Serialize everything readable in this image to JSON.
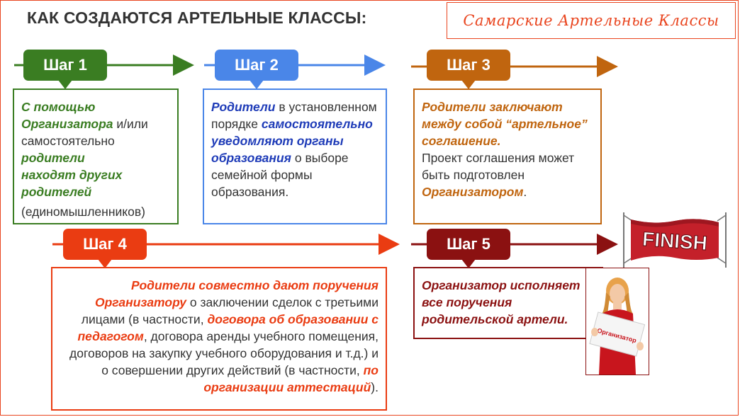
{
  "title": "КАК СОЗДАЮТСЯ АРТЕЛЬНЫЕ КЛАССЫ:",
  "brand": "Самарские Артельные Классы",
  "colors": {
    "step1": "#3a7d22",
    "step2": "#4a86e8",
    "step3": "#c0650f",
    "step4": "#ea3c12",
    "step5": "#8b1111",
    "frame": "#e9451f"
  },
  "steps": [
    {
      "label": "Шаг 1",
      "text": {
        "p1": "С помощью",
        "p2": "Организатора",
        "p3": " и/или самостоятельно",
        "p4": "родители",
        "p5": "находят других",
        "p6": "родителей",
        "p7": "(единомышленников)"
      }
    },
    {
      "label": "Шаг 2",
      "text": {
        "p1": "Родители",
        "p2": " в установленном порядке ",
        "p3": "самостоятельно уведомляют органы образования",
        "p4": " о выборе семейной формы образования."
      }
    },
    {
      "label": "Шаг 3",
      "text": {
        "p1": "Родители заключают между собой “артельное” соглашение.",
        "p2": "Проект соглашения может быть подготовлен ",
        "p3": "Организатором",
        "p4": "."
      }
    },
    {
      "label": "Шаг 4",
      "text": {
        "p1": "Родители совместно дают поручения",
        "p2": "Организатору",
        "p3": " о заключении сделок с третьими лицами (в частности, ",
        "p4": "договора об образовании с педагогом",
        "p5": ", договора аренды учебного помещения, договоров на закупку учебного оборудования и т.д.) и о совершении других действий (в частности, ",
        "p6": "по организации аттестаций",
        "p7": ")."
      }
    },
    {
      "label": "Шаг 5",
      "text": {
        "p1": "Организатор исполняет все поручения родительской артели."
      }
    }
  ],
  "finish_banner": "FINISH",
  "organizer_sign": "Организатор"
}
